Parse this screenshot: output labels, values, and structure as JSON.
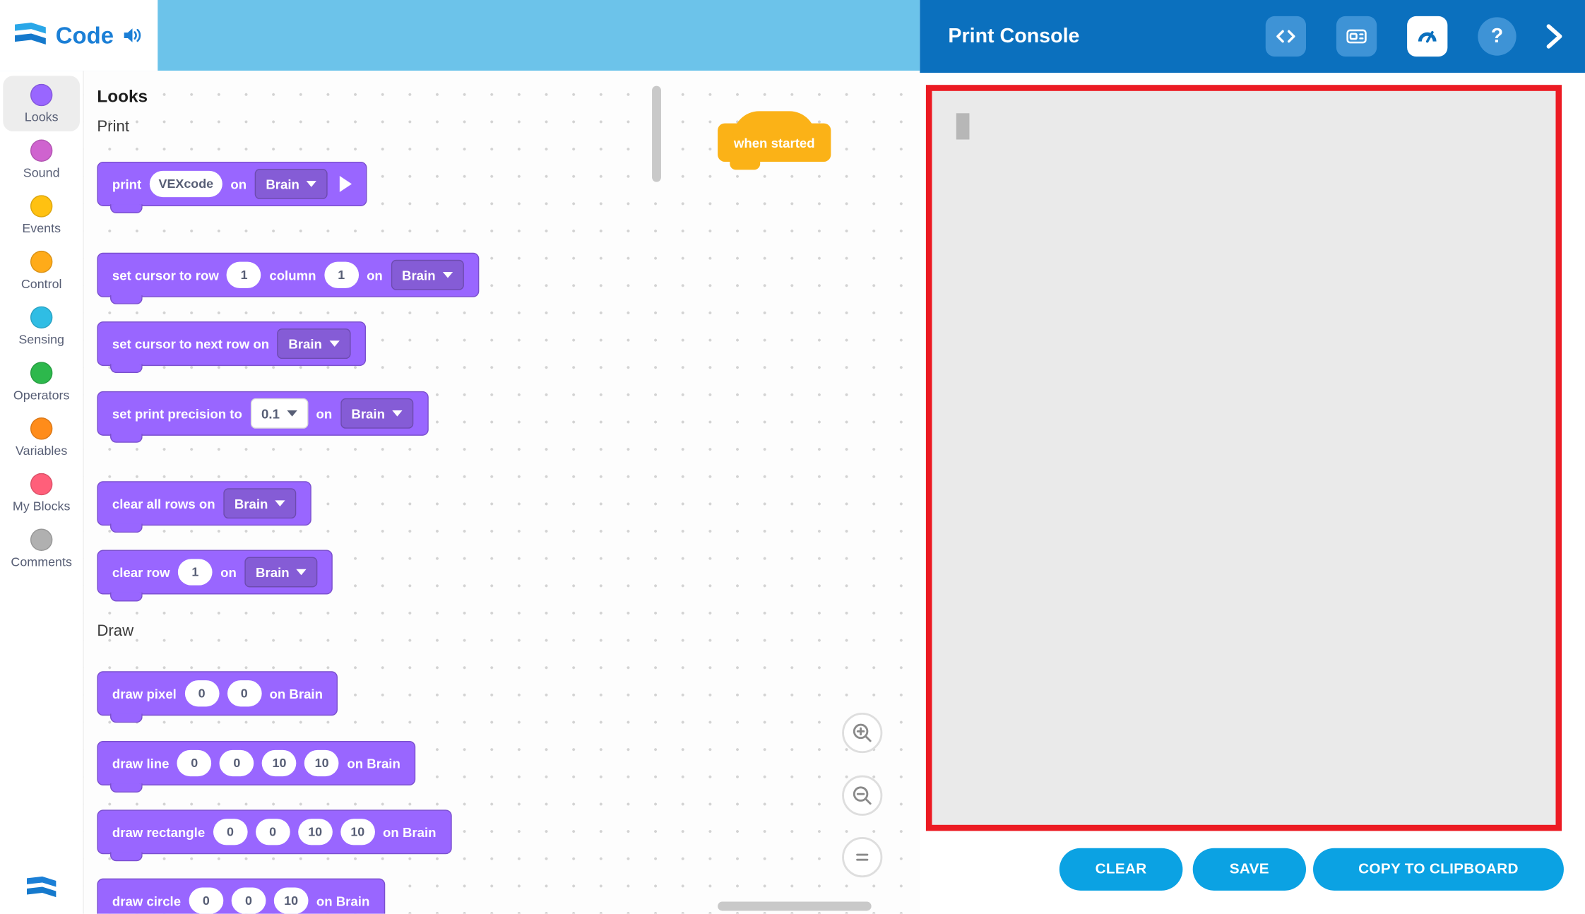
{
  "logo": {
    "text": "Code"
  },
  "sidebar": {
    "categories": [
      {
        "id": "looks",
        "label": "Looks",
        "color": "#9966FF",
        "selected": true
      },
      {
        "id": "sound",
        "label": "Sound",
        "color": "#CF63CF",
        "selected": false
      },
      {
        "id": "events",
        "label": "Events",
        "color": "#FFC111",
        "selected": false
      },
      {
        "id": "control",
        "label": "Control",
        "color": "#FFAB19",
        "selected": false
      },
      {
        "id": "sensing",
        "label": "Sensing",
        "color": "#2FBDE4",
        "selected": false
      },
      {
        "id": "operators",
        "label": "Operators",
        "color": "#2DB84C",
        "selected": false
      },
      {
        "id": "variables",
        "label": "Variables",
        "color": "#FF8C1A",
        "selected": false
      },
      {
        "id": "my-blocks",
        "label": "My Blocks",
        "color": "#FF5F7A",
        "selected": false
      },
      {
        "id": "comments",
        "label": "Comments",
        "color": "#B0B0B0",
        "selected": false
      }
    ]
  },
  "palette": {
    "category_title": "Looks",
    "groups": [
      "Print",
      "Draw"
    ],
    "block_color": "#9966FF",
    "dropdown_color": "#855CD6",
    "blocks": [
      {
        "id": "print",
        "parts": [
          {
            "t": "label",
            "v": "print"
          },
          {
            "t": "input",
            "v": "VEXcode"
          },
          {
            "t": "label",
            "v": "on"
          },
          {
            "t": "dropdown",
            "v": "Brain"
          },
          {
            "t": "play",
            "v": ""
          }
        ]
      },
      {
        "id": "set-cursor-row-column",
        "parts": [
          {
            "t": "label",
            "v": "set cursor to row"
          },
          {
            "t": "input",
            "v": "1"
          },
          {
            "t": "label",
            "v": "column"
          },
          {
            "t": "input",
            "v": "1"
          },
          {
            "t": "label",
            "v": "on"
          },
          {
            "t": "dropdown",
            "v": "Brain"
          }
        ]
      },
      {
        "id": "set-cursor-next-row",
        "parts": [
          {
            "t": "label",
            "v": "set cursor to next row on"
          },
          {
            "t": "dropdown",
            "v": "Brain"
          }
        ]
      },
      {
        "id": "set-print-precision",
        "parts": [
          {
            "t": "label",
            "v": "set print precision to"
          },
          {
            "t": "dropdown-light",
            "v": "0.1"
          },
          {
            "t": "label",
            "v": "on"
          },
          {
            "t": "dropdown",
            "v": "Brain"
          }
        ]
      },
      {
        "id": "clear-all-rows",
        "parts": [
          {
            "t": "label",
            "v": "clear all rows on"
          },
          {
            "t": "dropdown",
            "v": "Brain"
          }
        ]
      },
      {
        "id": "clear-row",
        "parts": [
          {
            "t": "label",
            "v": "clear row"
          },
          {
            "t": "input",
            "v": "1"
          },
          {
            "t": "label",
            "v": "on"
          },
          {
            "t": "dropdown",
            "v": "Brain"
          }
        ]
      },
      {
        "id": "draw-pixel",
        "parts": [
          {
            "t": "label",
            "v": "draw pixel"
          },
          {
            "t": "input",
            "v": "0"
          },
          {
            "t": "input",
            "v": "0"
          },
          {
            "t": "label",
            "v": "on Brain"
          }
        ]
      },
      {
        "id": "draw-line",
        "parts": [
          {
            "t": "label",
            "v": "draw line"
          },
          {
            "t": "input",
            "v": "0"
          },
          {
            "t": "input",
            "v": "0"
          },
          {
            "t": "input",
            "v": "10"
          },
          {
            "t": "input",
            "v": "10"
          },
          {
            "t": "label",
            "v": "on Brain"
          }
        ]
      },
      {
        "id": "draw-rectangle",
        "parts": [
          {
            "t": "label",
            "v": "draw rectangle"
          },
          {
            "t": "input",
            "v": "0"
          },
          {
            "t": "input",
            "v": "0"
          },
          {
            "t": "input",
            "v": "10"
          },
          {
            "t": "input",
            "v": "10"
          },
          {
            "t": "label",
            "v": "on Brain"
          }
        ]
      },
      {
        "id": "draw-circle",
        "parts": [
          {
            "t": "label",
            "v": "draw circle"
          },
          {
            "t": "input",
            "v": "0"
          },
          {
            "t": "input",
            "v": "0"
          },
          {
            "t": "input",
            "v": "10"
          },
          {
            "t": "label",
            "v": "on Brain"
          }
        ]
      }
    ]
  },
  "workspace": {
    "hat_block": {
      "label": "when started",
      "color": "#FBB217"
    }
  },
  "console_panel": {
    "title": "Print Console",
    "console_text": "",
    "buttons": {
      "clear": "CLEAR",
      "save": "SAVE",
      "copy": "COPY TO CLIPBOARD"
    },
    "colors": {
      "header": "#0B70BE",
      "icon_chip": "#3E93D6",
      "button": "#0BA2E3",
      "highlight_border": "#EC1B23",
      "console_background": "#EAEAEA"
    }
  },
  "icons": {
    "help_glyph": "?",
    "names": [
      "vex-flag-icon",
      "speaker-icon",
      "code-brackets-icon",
      "brain-device-icon",
      "gauge-icon",
      "question-mark-icon",
      "chevron-right-icon",
      "zoom-in-icon",
      "zoom-out-icon",
      "zoom-reset-icon"
    ]
  }
}
